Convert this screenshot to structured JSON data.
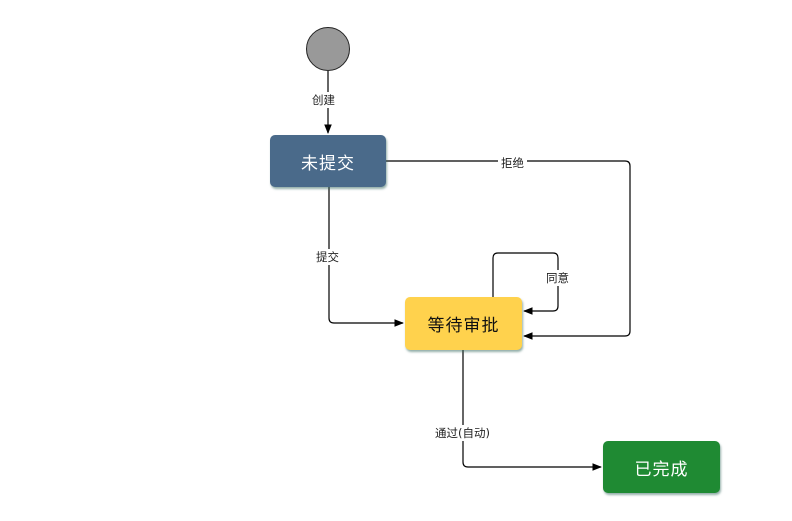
{
  "diagram": {
    "type": "state-machine",
    "start": {
      "id": "start",
      "label": ""
    },
    "nodes": [
      {
        "id": "unsubmitted",
        "label": "未提交",
        "color": "#4a6a8a",
        "text_color": "#ffffff"
      },
      {
        "id": "pending",
        "label": "等待审批",
        "color": "#ffd24d",
        "text_color": "#111111"
      },
      {
        "id": "done",
        "label": "已完成",
        "color": "#1f8a33",
        "text_color": "#ffffff"
      }
    ],
    "edges": [
      {
        "id": "create",
        "from": "start",
        "to": "unsubmitted",
        "label": "创建"
      },
      {
        "id": "submit",
        "from": "unsubmitted",
        "to": "pending",
        "label": "提交"
      },
      {
        "id": "reject",
        "from": "unsubmitted",
        "to": "pending",
        "label": "拒绝"
      },
      {
        "id": "approve",
        "from": "pending",
        "to": "pending",
        "label": "同意"
      },
      {
        "id": "pass",
        "from": "pending",
        "to": "done",
        "label": "通过(自动)"
      }
    ],
    "start_color": "#999999",
    "edge_color": "#000000"
  }
}
